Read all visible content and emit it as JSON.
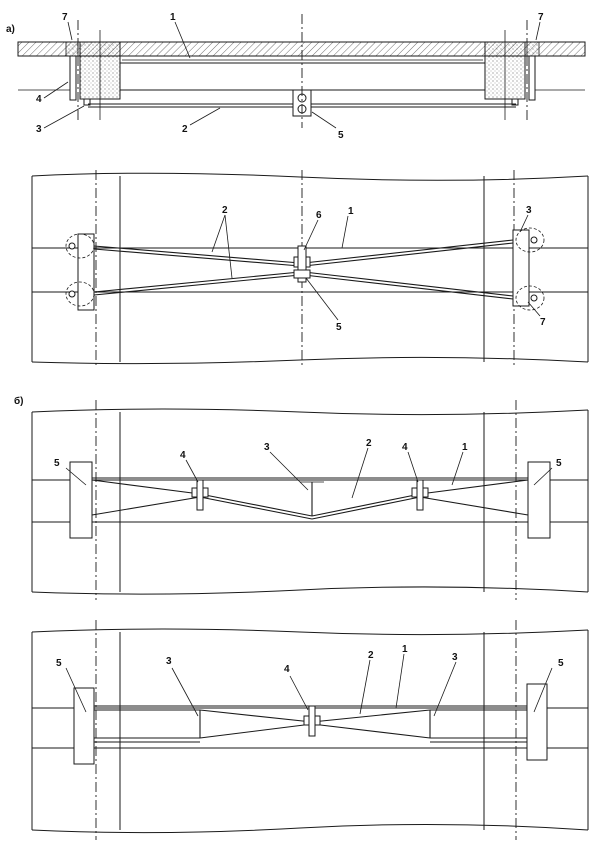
{
  "section_labels": {
    "a": "а)",
    "b": "б)"
  },
  "callouts": {
    "one": "1",
    "two": "2",
    "three": "3",
    "four": "4",
    "five": "5",
    "six": "6",
    "seven": "7"
  }
}
